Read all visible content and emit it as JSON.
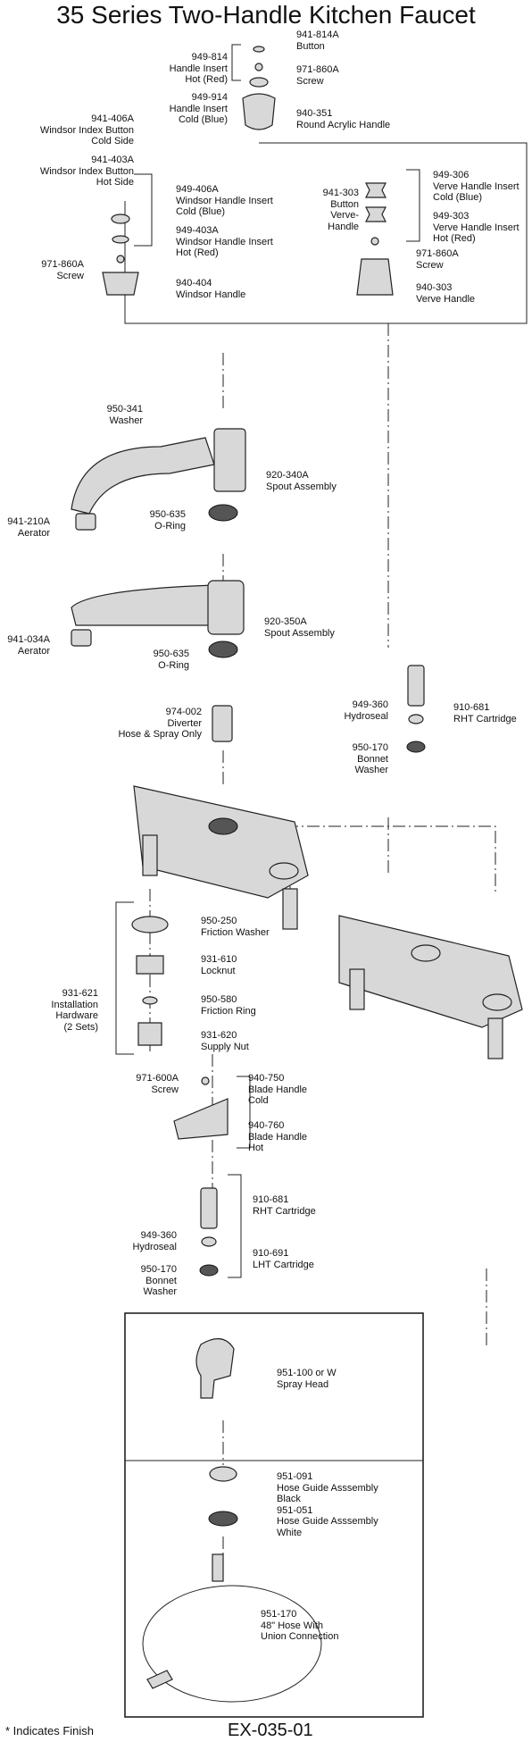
{
  "title": "35 Series Two-Handle Kitchen Faucet",
  "footnote": "* Indicates Finish",
  "doc_id": "EX-035-01",
  "labels": [
    {
      "id": "941-814a",
      "text": "941-814A\nButton"
    },
    {
      "id": "949-814",
      "text": "949-814\nHandle Insert\nHot (Red)"
    },
    {
      "id": "971-860a-top",
      "text": "971-860A\nScrew"
    },
    {
      "id": "949-914",
      "text": "949-914\nHandle Insert\nCold (Blue)"
    },
    {
      "id": "940-351",
      "text": "940-351\nRound Acrylic Handle"
    },
    {
      "id": "941-406a",
      "text": "941-406A\nWindsor Index Button\nCold Side"
    },
    {
      "id": "941-403a",
      "text": "941-403A\nWindsor Index Button\nHot Side"
    },
    {
      "id": "949-306",
      "text": "949-306\nVerve Handle Insert\nCold (Blue)"
    },
    {
      "id": "941-303",
      "text": "941-303\nButton\nVerve-\nHandle"
    },
    {
      "id": "949-406a",
      "text": "949-406A\nWindsor Handle Insert\nCold (Blue)"
    },
    {
      "id": "949-303",
      "text": "949-303\nVerve Handle Insert\nHot (Red)"
    },
    {
      "id": "949-403a",
      "text": "949-403A\nWindsor Handle Insert\nHot (Red)"
    },
    {
      "id": "971-860a-right",
      "text": "971-860A\nScrew"
    },
    {
      "id": "971-860a-left",
      "text": "971-860A\nScrew"
    },
    {
      "id": "940-404",
      "text": "940-404\nWindsor Handle"
    },
    {
      "id": "940-303",
      "text": "940-303\nVerve Handle"
    },
    {
      "id": "950-341",
      "text": "950-341\nWasher"
    },
    {
      "id": "920-340a",
      "text": "920-340A\nSpout Assembly"
    },
    {
      "id": "941-210a",
      "text": "941-210A\nAerator"
    },
    {
      "id": "950-635-a",
      "text": "950-635\nO-Ring"
    },
    {
      "id": "920-350a",
      "text": "920-350A\nSpout Assembly"
    },
    {
      "id": "941-034a",
      "text": "941-034A\nAerator"
    },
    {
      "id": "950-635-b",
      "text": "950-635\nO-Ring"
    },
    {
      "id": "910-681-right",
      "text": "910-681\nRHT Cartridge"
    },
    {
      "id": "949-360-right",
      "text": "949-360\nHydroseal"
    },
    {
      "id": "974-002",
      "text": "974-002\nDiverter\nHose & Spray Only"
    },
    {
      "id": "950-170-right",
      "text": "950-170\nBonnet\nWasher"
    },
    {
      "id": "950-250",
      "text": "950-250\nFriction Washer"
    },
    {
      "id": "931-610",
      "text": "931-610\nLocknut"
    },
    {
      "id": "931-621",
      "text": "931-621\nInstallation\nHardware\n(2 Sets)"
    },
    {
      "id": "950-580",
      "text": "950-580\nFriction Ring"
    },
    {
      "id": "931-620",
      "text": "931-620\nSupply Nut"
    },
    {
      "id": "971-600a",
      "text": "971-600A\nScrew"
    },
    {
      "id": "940-750",
      "text": "940-750\nBlade Handle\nCold"
    },
    {
      "id": "940-760",
      "text": "940-760\nBlade Handle\nHot"
    },
    {
      "id": "910-681-bottom",
      "text": "910-681\nRHT Cartridge"
    },
    {
      "id": "949-360-bottom",
      "text": "949-360\nHydroseal"
    },
    {
      "id": "910-691",
      "text": "910-691\nLHT Cartridge"
    },
    {
      "id": "950-170-bottom",
      "text": "950-170\nBonnet\nWasher"
    },
    {
      "id": "951-100",
      "text": "951-100 or W\nSpray Head"
    },
    {
      "id": "951-091",
      "text": "951-091\nHose Guide Asssembly\nBlack\n951-051\nHose Guide Asssembly\nWhite"
    },
    {
      "id": "951-170",
      "text": "951-170\n48\" Hose With\nUnion Connection"
    }
  ]
}
